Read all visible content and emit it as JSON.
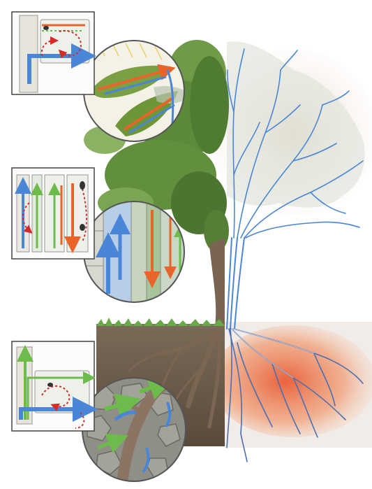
{
  "figure": {
    "kind": "illustration",
    "subject": "tree",
    "halves": [
      "natural-foliage-and-roots",
      "vascular-network-overlay"
    ],
    "panels": [
      {
        "id": "leaf",
        "icon": "leaf-cell-transport-icon",
        "arrows": [
          "blue",
          "orange",
          "red-dashed"
        ]
      },
      {
        "id": "stem",
        "icon": "stem-cell-transport-icon",
        "arrows": [
          "blue",
          "green",
          "orange",
          "red-dashed"
        ]
      },
      {
        "id": "root",
        "icon": "root-cell-transport-icon",
        "arrows": [
          "blue",
          "green",
          "red-dashed"
        ]
      }
    ],
    "magnifiers": [
      "leaf-magnifier",
      "stem-magnifier",
      "root-magnifier"
    ]
  },
  "colors": {
    "xylem_blue": "#4a86d8",
    "phloem_orange": "#e8642a",
    "green_flow": "#6dbb4a",
    "red_dashed": "#d42a2a",
    "foliage": "#5c8a3a",
    "soil": "#6b5a48",
    "root_glow": "#f08a5a"
  }
}
